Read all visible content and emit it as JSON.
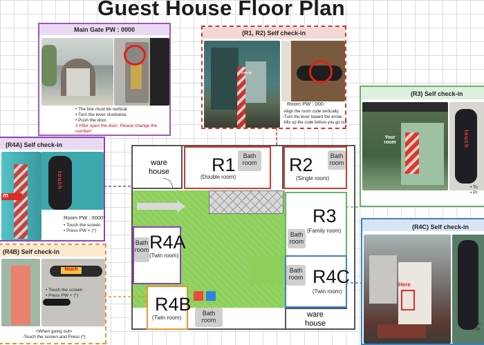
{
  "title": "Guest House Floor Plan",
  "main_gate": {
    "heading": "Main Gate PW : 0000",
    "notes": [
      "• The line must be vertical.",
      "• Turn the lever clockwise.",
      "• Push the door."
    ],
    "warning": "# After open the door: Please change the number!"
  },
  "r1r2_panel": {
    "heading": "(R1, R2)  Self check-in",
    "pw": "Room PW : 000",
    "notes": [
      "-Align the room code vertically.",
      "-Turn the lever toward the arrow.",
      "-Mix up the code before you go out"
    ],
    "here_label": "Here"
  },
  "r3_panel": {
    "heading": "(R3)  Self check-in",
    "your_room": "Your room",
    "touch": "touch",
    "notes": [
      "• To",
      "• Pr"
    ]
  },
  "r4a_panel": {
    "heading": "(R4A)  Self check-in",
    "touch": "touch",
    "partial": "m",
    "pw": "Room PW : 0000*",
    "notes": [
      "• Touch the screen",
      "• Press PW + (*)"
    ]
  },
  "r4b_panel": {
    "heading": "(R4B)  Self check-in",
    "touch": "touch",
    "notes": [
      "• Touch the screen",
      "• Press PW + (*)"
    ],
    "going_out": "<When going out>",
    "going_out_note": "-Touch the screen and Press (*)"
  },
  "r4c_panel": {
    "heading": "(R4C)  Self check-in",
    "here_label": "Here",
    "notes": [
      "• To",
      "• Pr"
    ]
  },
  "rooms": {
    "r1": {
      "name": "R1",
      "sub": "(Double room)",
      "bath": "Bath room"
    },
    "r2": {
      "name": "R2",
      "sub": "(Single room)",
      "bath": "Bath room"
    },
    "r3": {
      "name": "R3",
      "sub": "(Family room)",
      "bath": "Bath room"
    },
    "r4a": {
      "name": "R4A",
      "sub": "(Twin room)",
      "bath": "Bath room"
    },
    "r4b": {
      "name": "R4B",
      "sub": "(Twin room)",
      "bath": "Bath room"
    },
    "r4c": {
      "name": "R4C",
      "sub": "(Twin room)",
      "bath": "Bath room"
    },
    "warehouse_top": "ware house",
    "warehouse_bottom": "ware house"
  },
  "colors": {
    "main_gate": "#9b59b6",
    "r1r2": "#d0392b",
    "r3": "#66b266",
    "r4a": "#8e44ad",
    "r4b": "#e8952f",
    "r4c": "#3b82c4",
    "lawn": "#8ccf5a"
  }
}
